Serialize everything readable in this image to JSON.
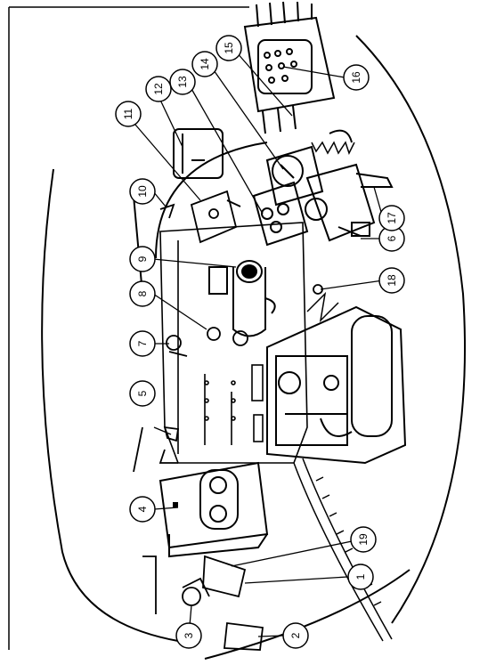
{
  "diagram": {
    "callouts": [
      {
        "number": "1"
      },
      {
        "number": "2"
      },
      {
        "number": "3"
      },
      {
        "number": "4"
      },
      {
        "number": "5"
      },
      {
        "number": "6"
      },
      {
        "number": "7"
      },
      {
        "number": "8"
      },
      {
        "number": "9"
      },
      {
        "number": "10"
      },
      {
        "number": "11"
      },
      {
        "number": "12"
      },
      {
        "number": "13"
      },
      {
        "number": "14"
      },
      {
        "number": "15"
      },
      {
        "number": "16"
      },
      {
        "number": "17"
      },
      {
        "number": "18"
      },
      {
        "number": "19"
      }
    ]
  },
  "colors": {
    "ink": "#000000",
    "paper": "#ffffff"
  }
}
